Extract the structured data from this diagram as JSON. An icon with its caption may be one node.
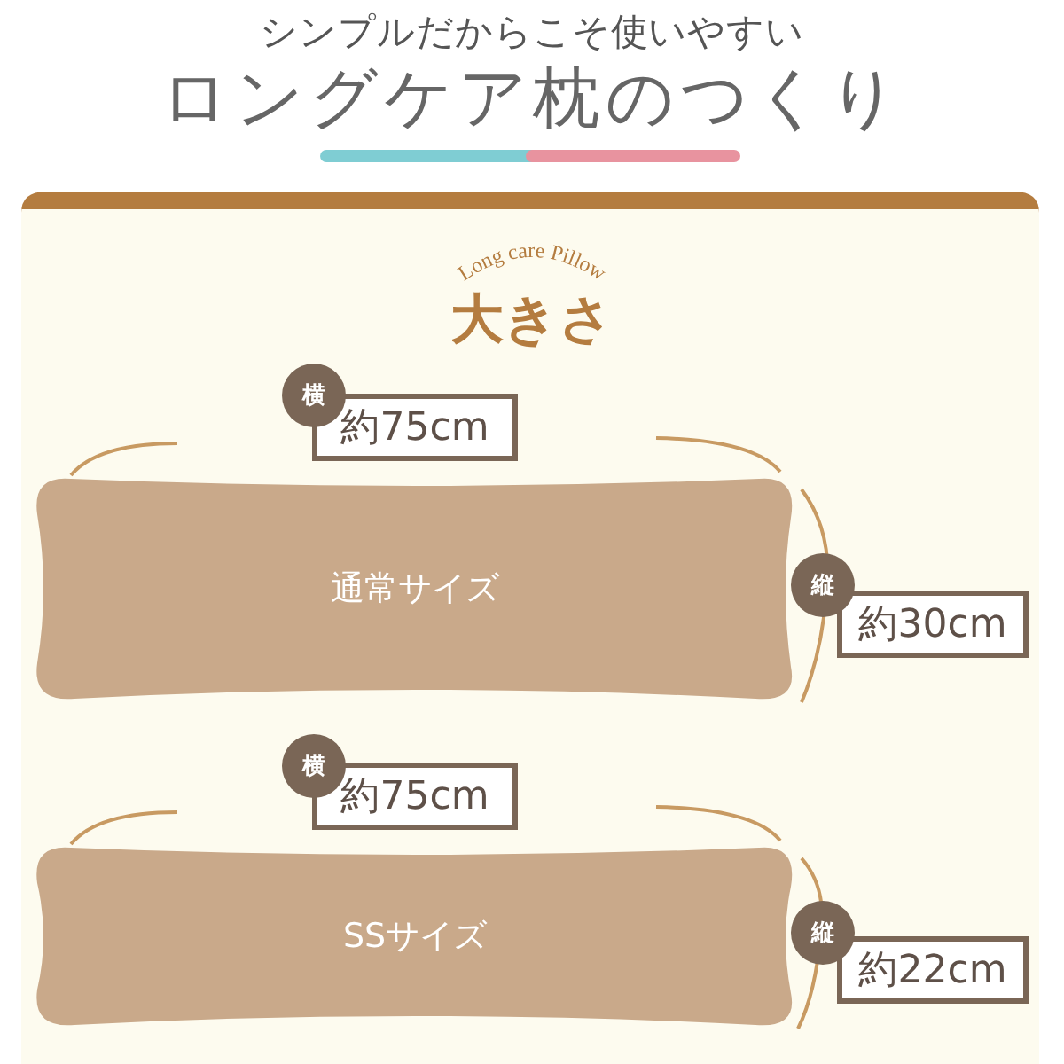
{
  "diagram": {
    "title": "ロングケア枕のつくり",
    "nodes": [
      {
        "text": [
          "通常サイズ"
        ]
      },
      {
        "text": [
          "横"
        ]
      },
      {
        "text": [
          "約75cm"
        ]
      },
      {
        "text": [
          "縦"
        ]
      },
      {
        "text": [
          "約30cm"
        ]
      },
      {
        "text": [
          "SSサイズ"
        ]
      },
      {
        "text": [
          "横"
        ]
      },
      {
        "text": [
          "約75cm"
        ]
      },
      {
        "text": [
          "縦"
        ]
      },
      {
        "text": [
          "約22cm"
        ]
      }
    ],
    "labels": [
      "シンプルだからこそ使いやすい",
      "Long care Pillow",
      "大きさ"
    ]
  }
}
